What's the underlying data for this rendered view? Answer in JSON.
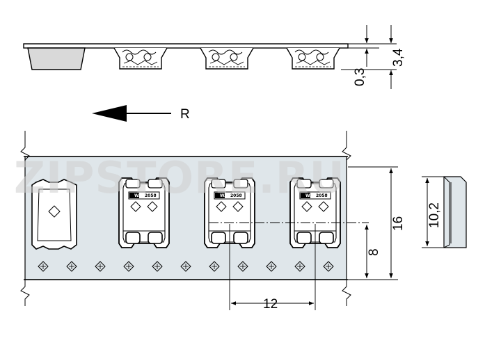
{
  "direction_label": "R",
  "watermark": "ZIPSTORE.RU",
  "part_marking": "2058",
  "brand_marking": "WAGO",
  "dimensions": {
    "tape_thickness": "0,3",
    "total_height": "3,4",
    "tape_width": "16",
    "pocket_offset": "8",
    "pitch": "12",
    "side_height": "10,2"
  },
  "colors": {
    "tape_fill": "#dfe6ea",
    "line": "#000000",
    "watermark": "#cfcfcf"
  }
}
